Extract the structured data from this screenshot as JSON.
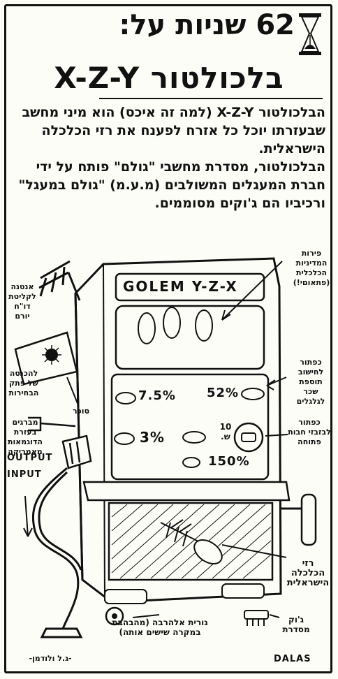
{
  "header": {
    "title_line1": "62 שניות על:",
    "title_line2": "בלכולטור X-Z-Y"
  },
  "body": {
    "paragraph1": "הבלכולטור X-Z-Y (למה זה איכס) הוא מיני מחשב שבעזרתו יוכל כל אזרח לפענח את רזי הכלכלה הישראלית.",
    "paragraph2": "הבלכולטור, מסדרת מחשבי \"גולם\" פותח על ידי חברת המעגלים המשולבים (מ.ע.מ) \"גולם במעגל\" ורכיביו הם ג'וקים מסוממים."
  },
  "machine": {
    "brand": "GOLEM Y-Z-X",
    "buttons": [
      "7.5%",
      "52%",
      "3%",
      "150%"
    ],
    "dial_label": "10 ש."
  },
  "annotations": {
    "antenna": "אנטנה לקליטת דו\"ח יורם",
    "fruits": "פירות המדיניות הכלכלית (פתאוםי!)",
    "button_vat": "כפתור לחישוב תוספת שכר לגלגלים",
    "slot": "להכנסה של פתק הבחירות",
    "lever": "סוכר",
    "cranks": "מברגים בעזרת הדוגמאות מאמריקה",
    "dial": "כפתור לבזבזי חבות פתוחה",
    "output": "OUTPUT",
    "input": "INPUT",
    "roaches": "רזי הכלכלה הישראלית",
    "cockroach": "ג'וק מסדרת",
    "cockroach_brand": "DALAS",
    "wheel": "גורית אלהרבה (מהבהבת במקרה שישים אותה)",
    "signature": "-ג.ל ולודמן-"
  },
  "colors": {
    "ink": "#111111",
    "paper": "#fdfdf8"
  }
}
